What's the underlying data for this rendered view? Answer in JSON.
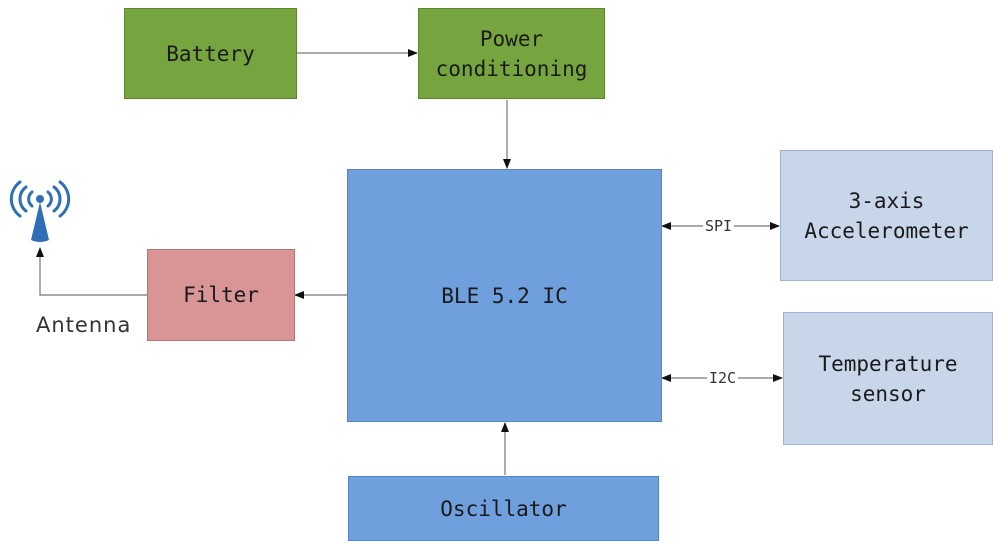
{
  "blocks": {
    "battery": "Battery",
    "power_line1": "Power",
    "power_line2": "conditioning",
    "ble": "BLE 5.2 IC",
    "filter": "Filter",
    "accel_line1": "3-axis",
    "accel_line2": "Accelerometer",
    "temp_line1": "Temperature",
    "temp_line2": "sensor",
    "oscillator": "Oscillator"
  },
  "links": {
    "spi": "SPI",
    "i2c": "I2C"
  },
  "antenna": {
    "label": "Antenna",
    "icon": "antenna-icon"
  },
  "colors": {
    "power_blocks": "#76a540",
    "ic_blocks": "#6f9fdd",
    "filter": "#d99595",
    "sensors": "#c7d6e8"
  }
}
